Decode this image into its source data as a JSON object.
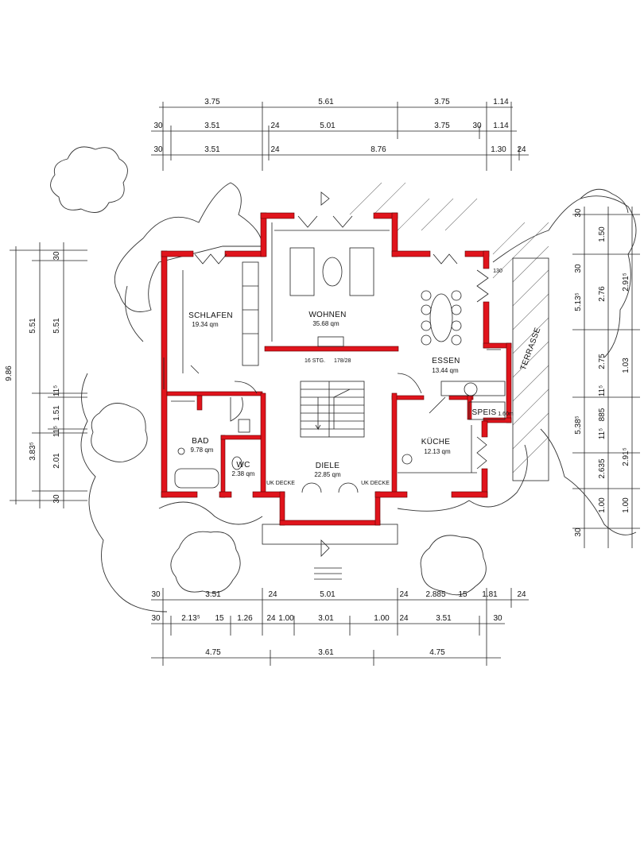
{
  "rooms": {
    "schlafen": {
      "name": "SCHLAFEN",
      "area": "19.34 qm"
    },
    "wohnen": {
      "name": "WOHNEN",
      "area": "35.68 qm"
    },
    "essen": {
      "name": "ESSEN",
      "area": "13.44 qm"
    },
    "bad": {
      "name": "BAD",
      "area": "9.78 qm"
    },
    "wc": {
      "name": "WC",
      "area": "2.38 qm"
    },
    "diele": {
      "name": "DIELE",
      "area": "22.85 qm"
    },
    "kueche": {
      "name": "KÜCHE",
      "area": "12.13 qm"
    },
    "speis": {
      "name": "SPEIS",
      "area": "1.60m"
    }
  },
  "labels": {
    "stairs": "16 STG.",
    "stairs_ratio": "178/28",
    "terrasse": "TERRASSE",
    "uk_decke_left": "UK DECKE",
    "uk_decke_right": "UK DECKE",
    "small_130": "130"
  },
  "dimensions": {
    "top_row1": [
      "3.75",
      "5.61",
      "3.75",
      "1.14"
    ],
    "top_row2": [
      "30",
      "3.51",
      "24",
      "5.01",
      "3.75",
      "30",
      "1.14"
    ],
    "top_row3": [
      "30",
      "3.51",
      "24",
      "8.76",
      "1.30",
      "24"
    ],
    "left_col1": [
      "9.86"
    ],
    "left_col2": [
      "5.51",
      "3.83⁵"
    ],
    "left_col3": [
      "30",
      "5.51",
      "11⁵",
      "1.51",
      "11⁵",
      "2.01",
      "30"
    ],
    "right_col1": [
      "30",
      "1.50",
      "2.76",
      "30",
      "2.75",
      "11⁵",
      "885",
      "11⁵",
      "2.635",
      "1.00",
      "30"
    ],
    "right_col2": [
      "2.91⁵",
      "1.03",
      "2.91⁵",
      "1.00"
    ],
    "right_col3": [
      "5.13⁵",
      "5.38⁵"
    ],
    "bottom_row1": [
      "30",
      "3.51",
      "24",
      "5.01",
      "24",
      "2.885",
      "15",
      "1.81",
      "24"
    ],
    "bottom_row2": [
      "30",
      "2.13⁵",
      "15",
      "1.26",
      "24",
      "1.00",
      "3.01",
      "1.00",
      "24",
      "3.51",
      "30"
    ],
    "bottom_row3": [
      "4.75",
      "3.61",
      "4.75"
    ]
  },
  "colors": {
    "walls": "#e0141c",
    "lines": "#222222"
  }
}
